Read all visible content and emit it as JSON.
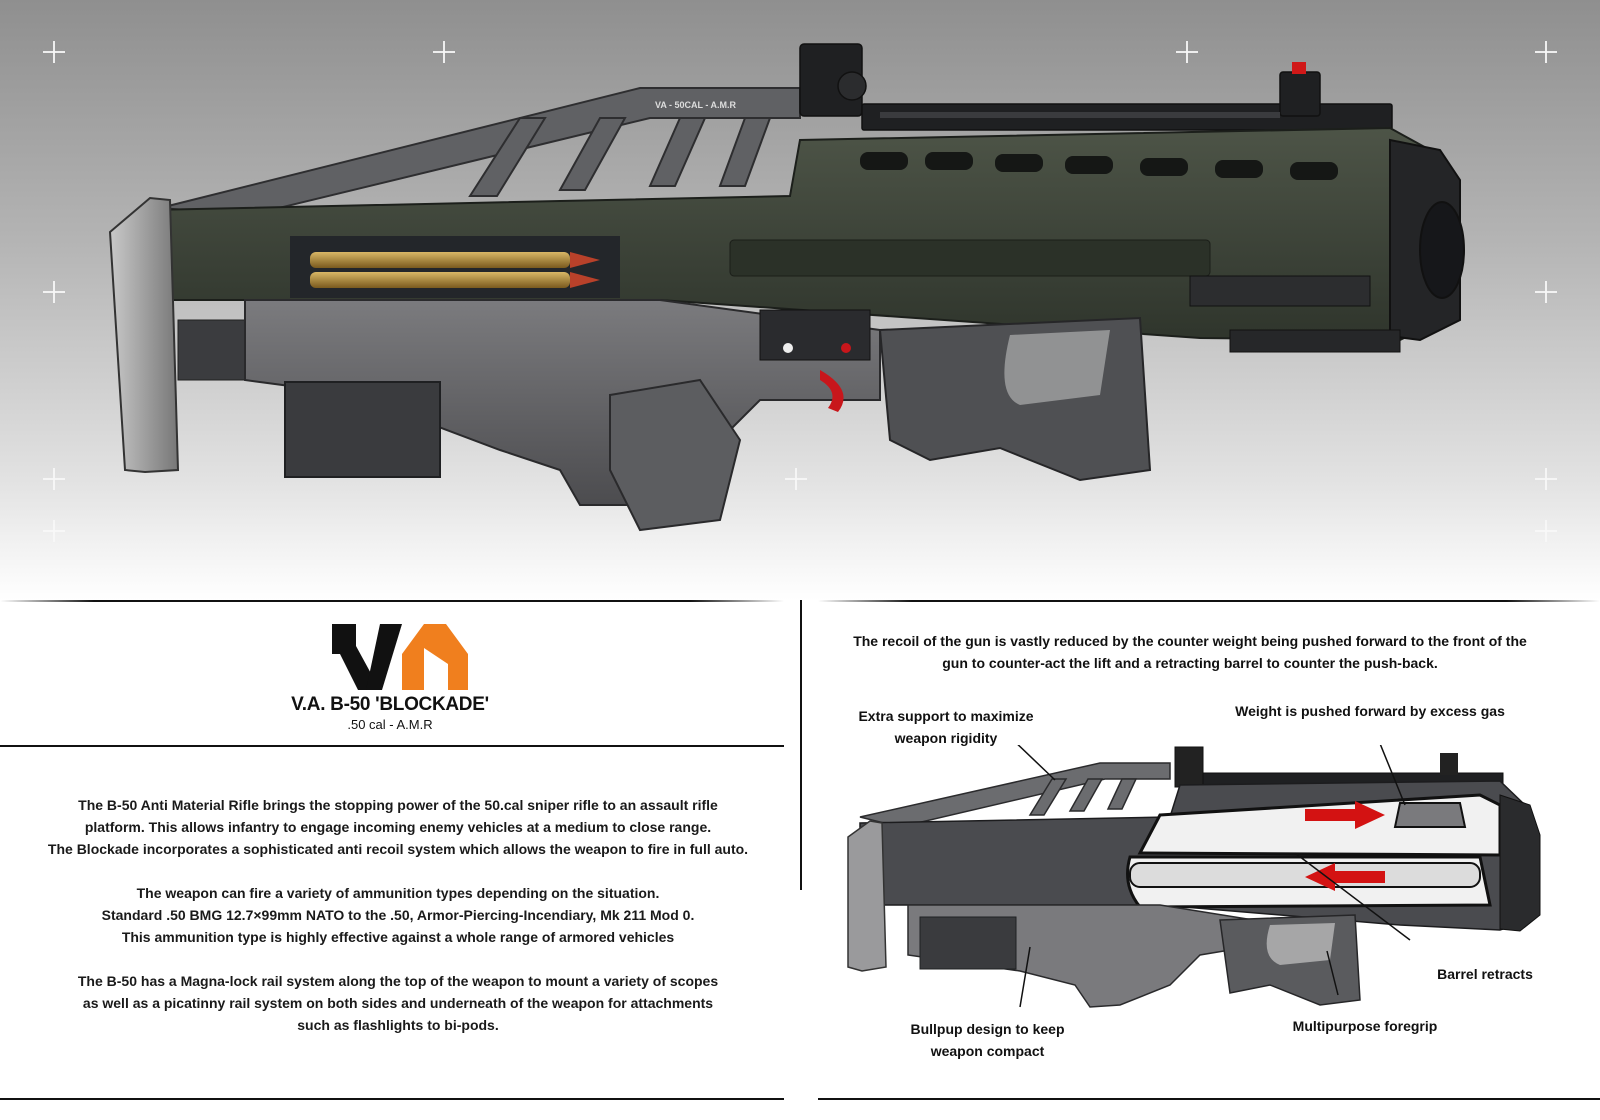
{
  "brand": {
    "logo_text": "VA",
    "weapon_engraving": "VA - 50CAL - A.M.R",
    "title": "V.A. B-50 'BLOCKADE'",
    "subtitle": ".50 cal -  A.M.R",
    "accent_color": "#f07f1e"
  },
  "description": {
    "p1": [
      "The B-50 Anti Material Rifle brings the stopping power of the 50.cal sniper rifle to an assault rifle",
      "platform. This allows infantry to engage incoming enemy vehicles at a medium to close range.",
      "The Blockade incorporates a sophisticated anti recoil system which allows the weapon to fire in full auto."
    ],
    "p2": [
      "The weapon can fire a variety of ammunition types depending on the situation.",
      "Standard .50 BMG 12.7×99mm NATO to the .50, Armor-Piercing-Incendiary, Mk 211 Mod 0.",
      "This ammunition type is highly effective against a whole range of armored vehicles"
    ],
    "p3": [
      "The B-50 has a Magna-lock rail system along the top of the weapon to mount a variety of scopes",
      "as well as a picatinny rail system on both sides and underneath of the weapon for attachments",
      "such as flashlights to bi-pods."
    ]
  },
  "recoil_info": [
    "The recoil of the gun is vastly reduced by the counter weight being pushed forward to the front of the",
    "gun to counter-act the lift and a retracting barrel to counter the push-back."
  ],
  "callouts": {
    "extra_support": [
      "Extra support to maximize",
      "weapon rigidity"
    ],
    "weight_forward": [
      "Weight is pushed forward by excess gas"
    ],
    "barrel_retracts": [
      "Barrel retracts"
    ],
    "bullpup": [
      "Bullpup design to keep",
      "weapon compact"
    ],
    "foregrip": [
      "Multipurpose foregrip"
    ]
  },
  "colors": {
    "body_green": "#3b4236",
    "body_grey": "#5e5e60",
    "frame_dark": "#2a2b2d",
    "trigger_red": "#c8161b",
    "arrow_red": "#d31212"
  }
}
